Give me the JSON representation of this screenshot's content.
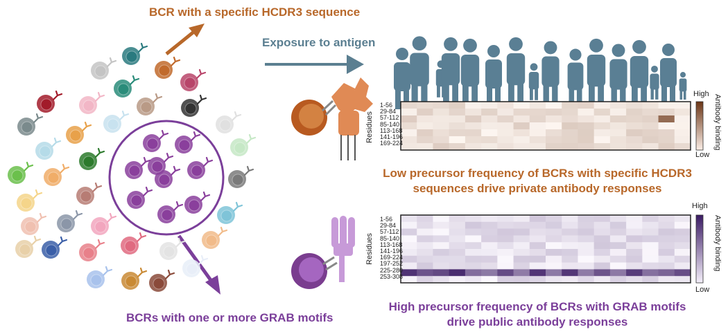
{
  "labels": {
    "top_bcr": "BCR with a specific HCDR3 sequence",
    "exposure": "Exposure to antigen",
    "bottom_bcr": "BCRs with one or more GRAB motifs",
    "private_line1": "Low precursor frequency of BCRs with specific HCDR3",
    "private_line2": "sequences drive private antibody responses",
    "public_line1": "High precursor frequency of BCRs with GRAB motifs",
    "public_line2": "drive public antibody responses"
  },
  "heatmap_top": {
    "ylabel": "Residues",
    "rows": [
      "1-56",
      "29-84",
      "57-112",
      "85-140",
      "113-168",
      "141-196",
      "169-224"
    ],
    "legend_title": "Antibody binding",
    "legend_high": "High",
    "legend_low": "Low",
    "high_color": "#6b3516"
  },
  "heatmap_bottom": {
    "ylabel": "Residues",
    "rows": [
      "1-56",
      "29-84",
      "57-112",
      "85-140",
      "113-168",
      "141-196",
      "169-224",
      "197-252",
      "225-280",
      "253-308"
    ],
    "legend_title": "Antibody binding",
    "legend_high": "High",
    "legend_low": "Low",
    "high_color": "#3a1a63"
  },
  "colors": {
    "orange": "#b8682a",
    "purple": "#7b3f9a",
    "steel_blue": "#5b7f91"
  }
}
